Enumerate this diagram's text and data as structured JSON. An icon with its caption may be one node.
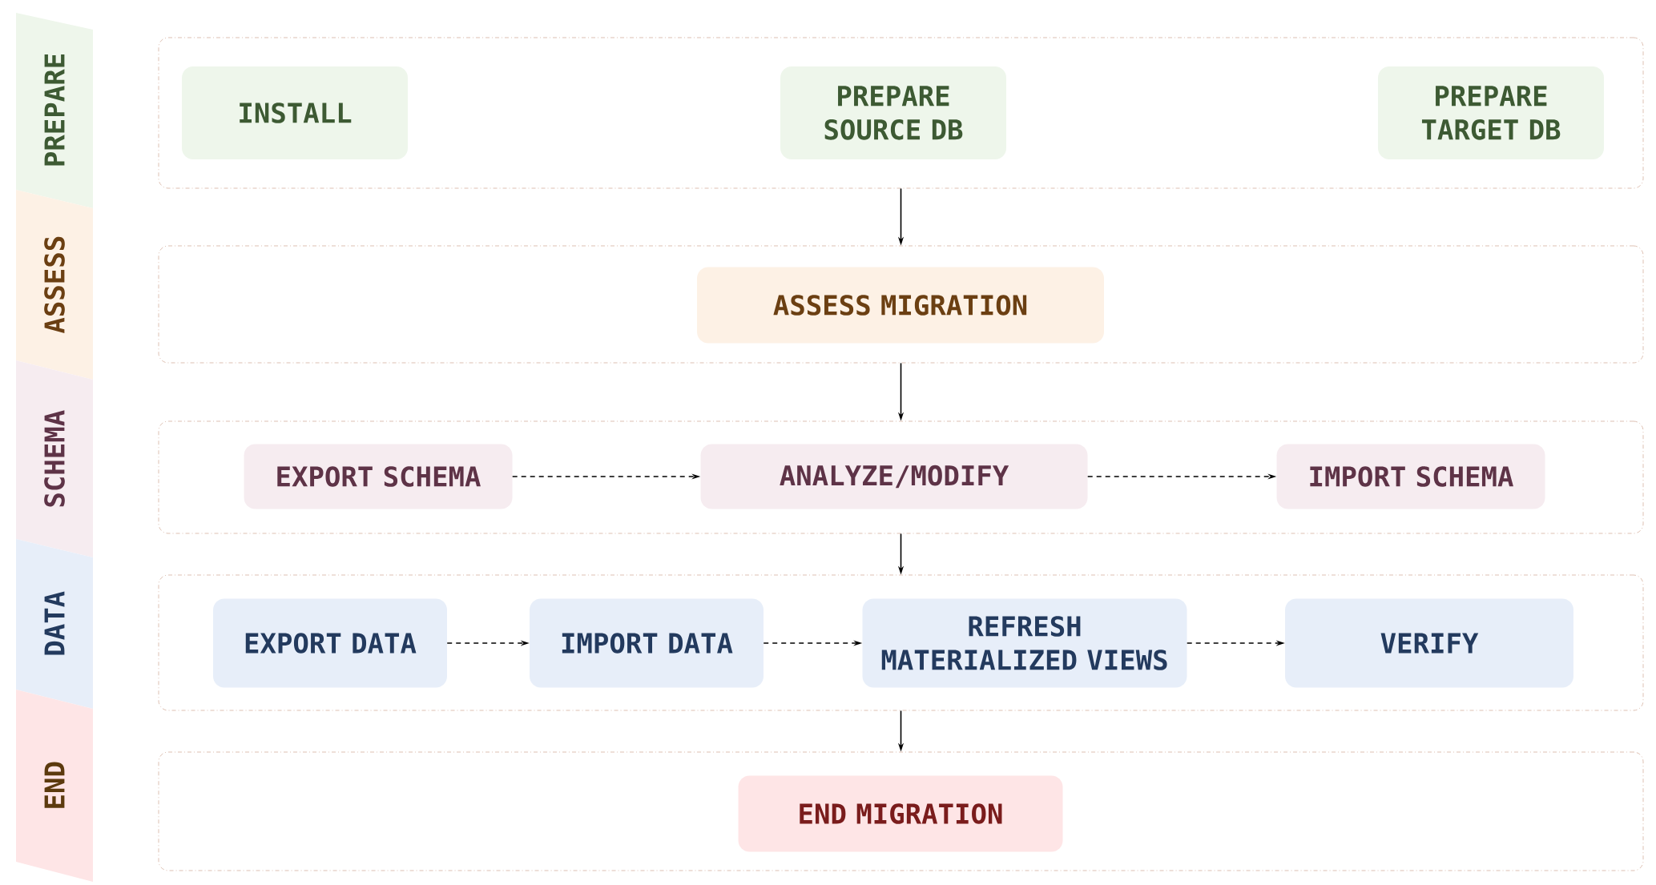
{
  "diagram": {
    "nodes": [
      {
        "text": [
          "PREPARE"
        ]
      },
      {
        "text": [
          "ASSESS"
        ]
      },
      {
        "text": [
          "SCHEMA"
        ]
      },
      {
        "text": [
          "DATA"
        ]
      },
      {
        "text": [
          "END"
        ]
      },
      {
        "text": [],
        "shape": "box"
      },
      {
        "text": [],
        "shape": "box"
      },
      {
        "text": [],
        "shape": "box"
      },
      {
        "text": [],
        "shape": "box"
      },
      {
        "text": [],
        "shape": "box"
      },
      {
        "text": [
          "INSTALL"
        ],
        "in": 5
      },
      {
        "text": [
          "PREPARE SOURCE DB"
        ],
        "in": 5
      },
      {
        "text": [
          "PREPARE TARGET DB"
        ],
        "in": 5
      },
      {
        "text": [
          "ASSESS MIGRATION"
        ],
        "in": 6
      },
      {
        "text": [
          "EXPORT SCHEMA"
        ],
        "in": 7
      },
      {
        "text": [
          "ANALYZE/MODIFY"
        ],
        "in": 7
      },
      {
        "text": [
          "IMPORT SCHEMA"
        ],
        "in": 7
      },
      {
        "text": [
          "EXPORT DATA"
        ],
        "in": 8
      },
      {
        "text": [
          "IMPORT DATA"
        ],
        "in": 8
      },
      {
        "text": [
          "REFRESH MATERIALIZED VIEWS"
        ],
        "in": 8
      },
      {
        "text": [
          "VERIFY"
        ],
        "in": 8
      },
      {
        "text": [
          "END MIGRATION"
        ],
        "in": 9
      }
    ],
    "edges": [
      {
        "from": 5,
        "to": 6,
        "arrow": "to"
      },
      {
        "from": 6,
        "to": 7,
        "arrow": "to"
      },
      {
        "from": 7,
        "to": 8,
        "arrow": "to"
      },
      {
        "from": 8,
        "to": 9,
        "arrow": "to"
      },
      {
        "from": 14,
        "to": 15,
        "arrow": "to",
        "style": "dashed"
      },
      {
        "from": 15,
        "to": 16,
        "arrow": "to",
        "style": "dashed"
      },
      {
        "from": 17,
        "to": 18,
        "arrow": "to",
        "style": "dashed"
      },
      {
        "from": 18,
        "to": 19,
        "arrow": "to",
        "style": "dashed"
      },
      {
        "from": 19,
        "to": 20,
        "arrow": "to",
        "style": "dashed"
      }
    ]
  }
}
